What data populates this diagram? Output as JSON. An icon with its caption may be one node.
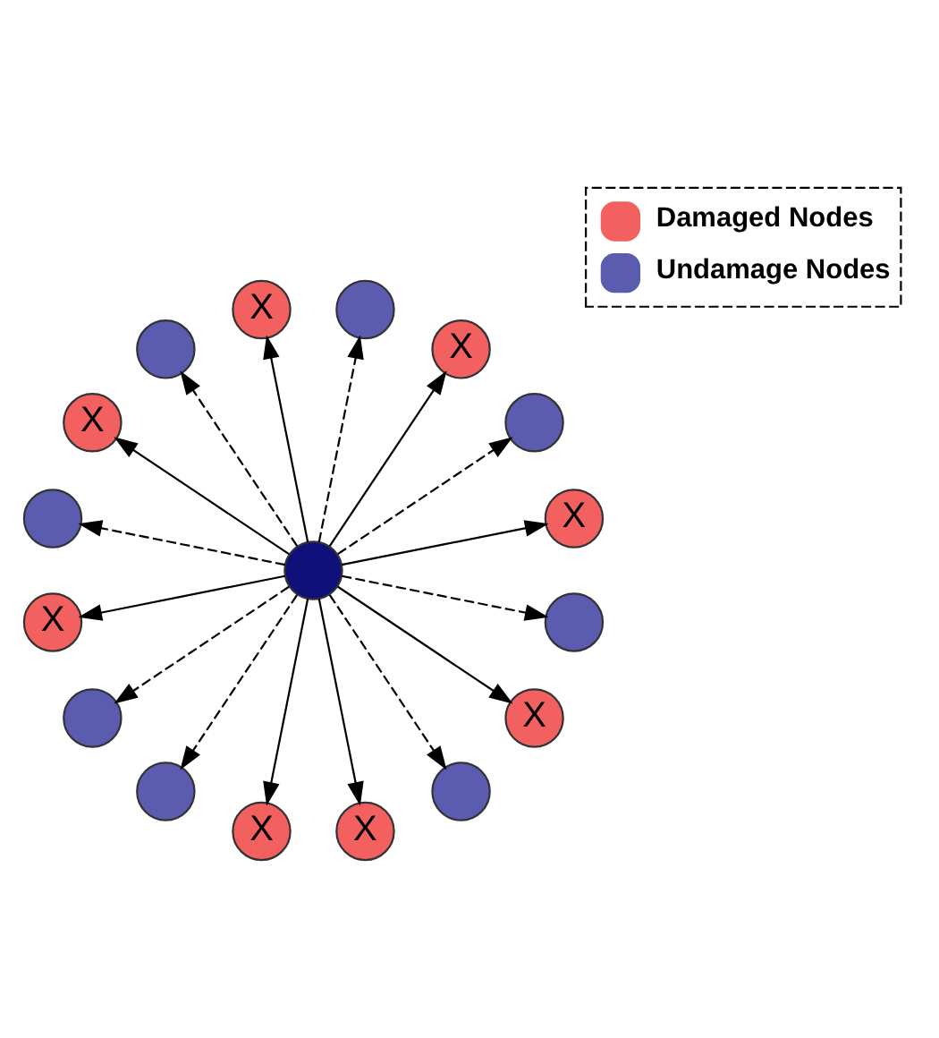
{
  "diagram": {
    "nodes": [
      {
        "text": [
          "X"
        ]
      },
      {
        "text": [],
        "shape": "circle"
      },
      {
        "text": [
          "X"
        ]
      },
      {
        "text": [],
        "shape": "circle"
      },
      {
        "text": [
          "X"
        ]
      },
      {
        "text": [],
        "shape": "circle"
      },
      {
        "text": [
          "X"
        ]
      },
      {
        "text": [],
        "shape": "circle"
      },
      {
        "text": [
          "X"
        ]
      },
      {
        "text": [],
        "shape": "circle"
      },
      {
        "text": [],
        "shape": "circle"
      },
      {
        "text": [],
        "shape": "circle"
      },
      {
        "text": [
          "X"
        ]
      },
      {
        "text": [
          "X"
        ]
      },
      {
        "text": [],
        "shape": "circle"
      },
      {
        "text": [
          "X"
        ]
      },
      {
        "text": [],
        "shape": "circle"
      }
    ],
    "edges": [
      {
        "from": 9,
        "to": 0,
        "arrow": "to"
      },
      {
        "from": 9,
        "to": 1,
        "arrow": "to",
        "style": "dashed"
      },
      {
        "from": 9,
        "to": 2,
        "arrow": "to"
      },
      {
        "from": 9,
        "to": 3,
        "arrow": "to",
        "style": "dashed"
      },
      {
        "from": 9,
        "to": 4,
        "arrow": "to"
      },
      {
        "from": 9,
        "to": 5,
        "arrow": "to",
        "style": "dashed"
      },
      {
        "from": 9,
        "to": 6,
        "arrow": "to"
      },
      {
        "from": 9,
        "to": 7,
        "arrow": "to",
        "style": "dashed"
      },
      {
        "from": 9,
        "to": 8,
        "arrow": "to"
      },
      {
        "from": 9,
        "to": 10,
        "arrow": "to",
        "style": "dashed"
      },
      {
        "from": 9,
        "to": 11,
        "arrow": "to",
        "style": "dashed"
      },
      {
        "from": 9,
        "to": 12,
        "arrow": "to"
      },
      {
        "from": 9,
        "to": 13,
        "arrow": "to"
      },
      {
        "from": 9,
        "to": 14,
        "arrow": "to",
        "style": "dashed"
      },
      {
        "from": 9,
        "to": 15,
        "arrow": "to"
      },
      {
        "from": 9,
        "to": 16,
        "arrow": "to",
        "style": "dashed"
      }
    ],
    "legend": [
      {
        "text": "Damaged Nodes",
        "color": "#f26060"
      },
      {
        "text": "Undamage Nodes",
        "color": "#5b5bb0"
      }
    ]
  }
}
